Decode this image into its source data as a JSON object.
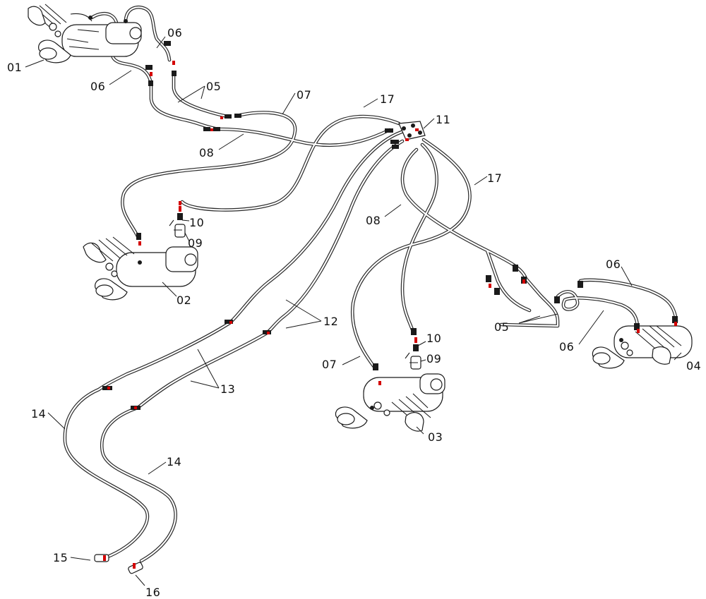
{
  "diagram": {
    "callouts": [
      {
        "id": "c01a",
        "text": "01"
      },
      {
        "id": "c02a",
        "text": "02"
      },
      {
        "id": "c03a",
        "text": "03"
      },
      {
        "id": "c04a",
        "text": "04"
      },
      {
        "id": "c05a",
        "text": "05"
      },
      {
        "id": "c05b",
        "text": "05"
      },
      {
        "id": "c06a",
        "text": "06"
      },
      {
        "id": "c06b",
        "text": "06"
      },
      {
        "id": "c06c",
        "text": "06"
      },
      {
        "id": "c06d",
        "text": "06"
      },
      {
        "id": "c07a",
        "text": "07"
      },
      {
        "id": "c07b",
        "text": "07"
      },
      {
        "id": "c08a",
        "text": "08"
      },
      {
        "id": "c08b",
        "text": "08"
      },
      {
        "id": "c09a",
        "text": "09"
      },
      {
        "id": "c09b",
        "text": "09"
      },
      {
        "id": "c10a",
        "text": "10"
      },
      {
        "id": "c10b",
        "text": "10"
      },
      {
        "id": "c11a",
        "text": "11"
      },
      {
        "id": "c12a",
        "text": "12"
      },
      {
        "id": "c13a",
        "text": "13"
      },
      {
        "id": "c14a",
        "text": "14"
      },
      {
        "id": "c14b",
        "text": "14"
      },
      {
        "id": "c15a",
        "text": "15"
      },
      {
        "id": "c16a",
        "text": "16"
      },
      {
        "id": "c17a",
        "text": "17"
      },
      {
        "id": "c17b",
        "text": "17"
      }
    ],
    "colors": {
      "line": "#1a1a1a",
      "fitting_accent": "#d40000",
      "background": "#ffffff"
    }
  }
}
